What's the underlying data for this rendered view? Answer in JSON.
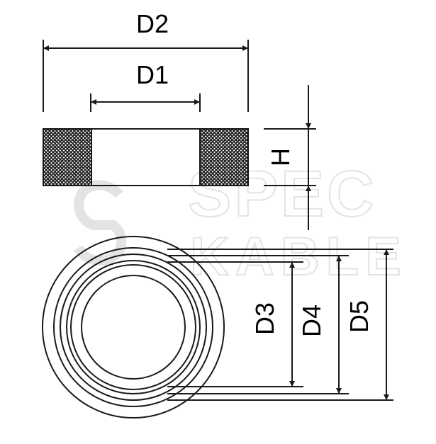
{
  "drawing": {
    "labels": {
      "d1": "D1",
      "d2": "D2",
      "d3": "D3",
      "d4": "D4",
      "d5": "D5",
      "h": "H"
    },
    "watermark": {
      "line1": "SPEC",
      "line2": "KABLE"
    },
    "colors": {
      "line": "#1a1a1a",
      "hatch": "#1a1a1a",
      "watermark": "#e3e3e3",
      "background": "#ffffff"
    }
  }
}
